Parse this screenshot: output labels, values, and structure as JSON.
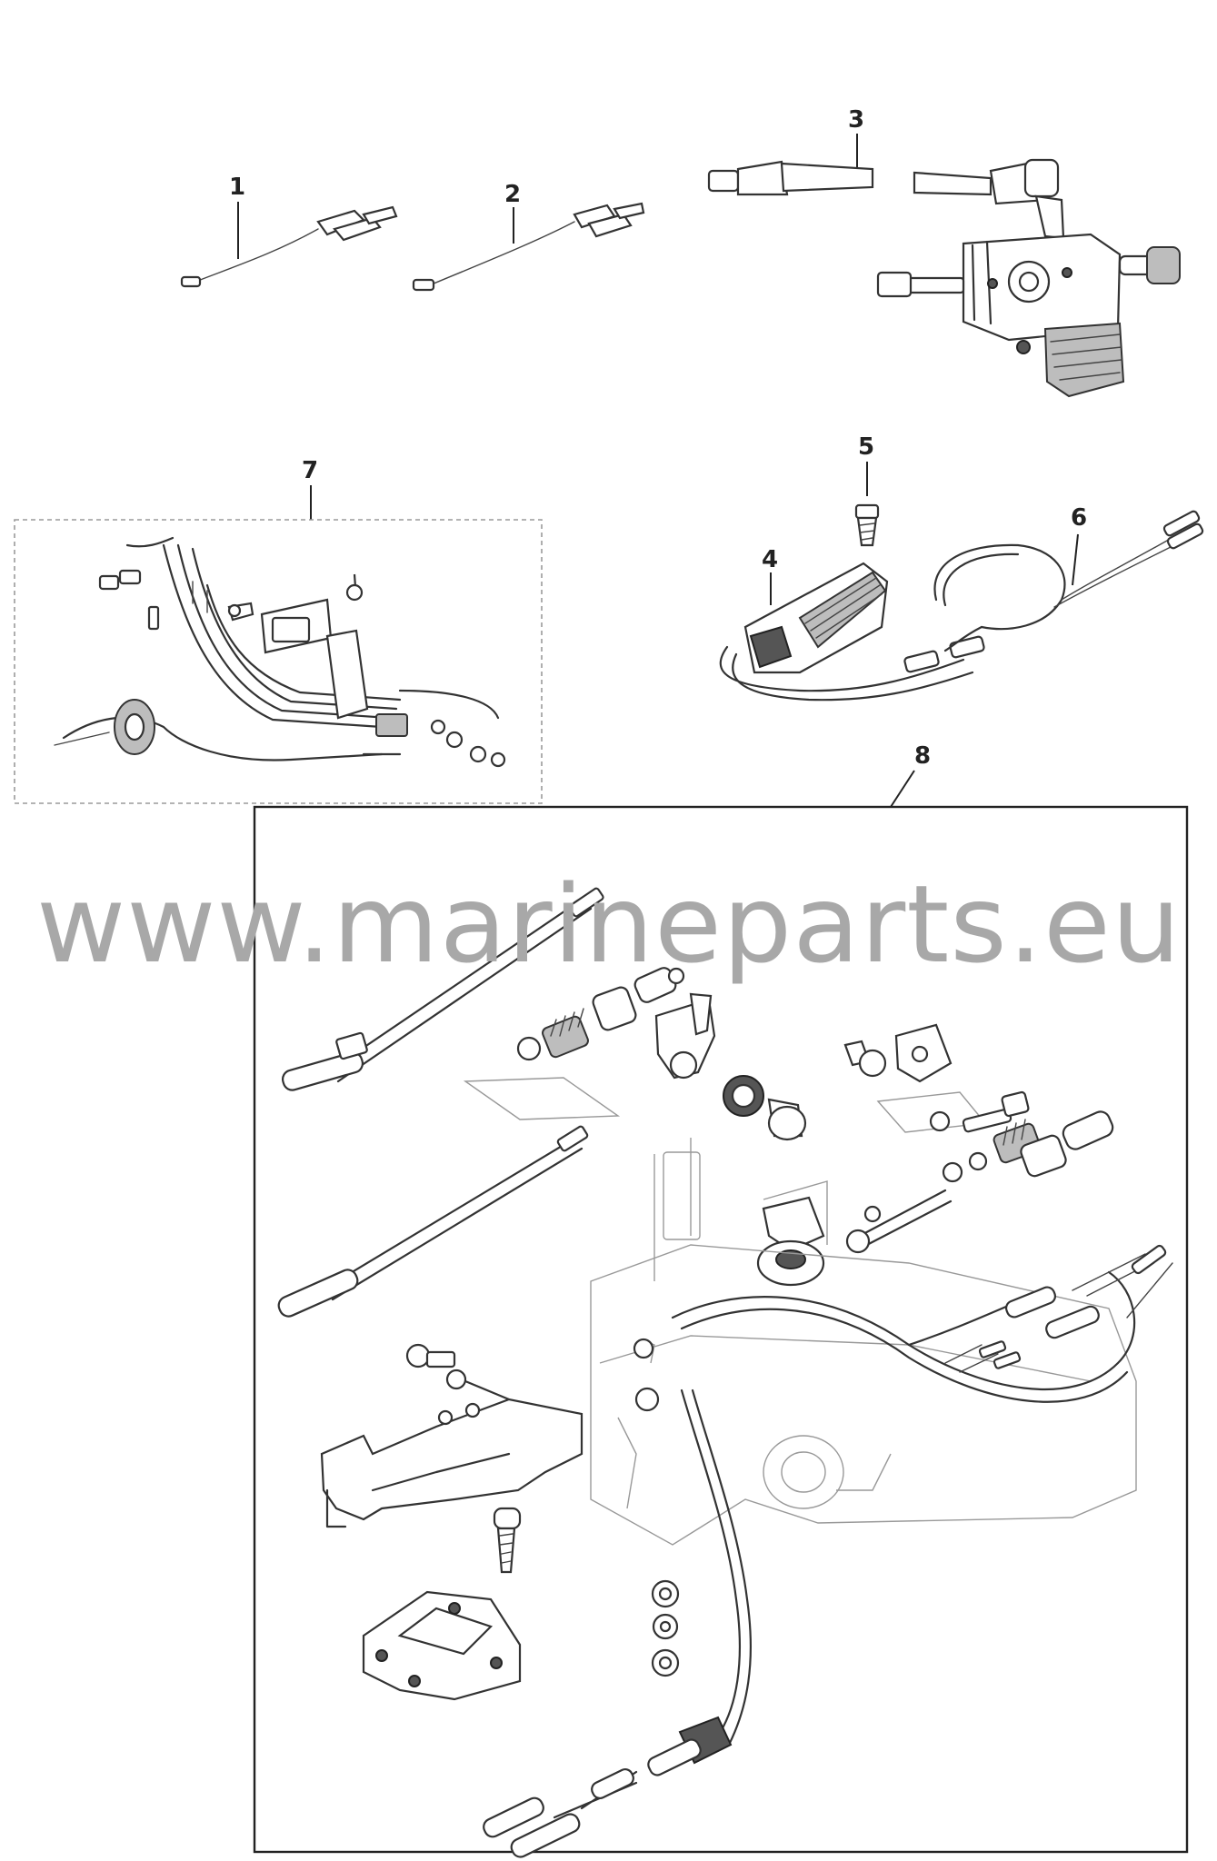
{
  "watermark": "www.marineparts.eu",
  "callouts": [
    {
      "id": "1",
      "label": "1"
    },
    {
      "id": "2",
      "label": "2"
    },
    {
      "id": "3",
      "label": "3"
    },
    {
      "id": "4",
      "label": "4"
    },
    {
      "id": "5",
      "label": "5"
    },
    {
      "id": "6",
      "label": "6"
    },
    {
      "id": "7",
      "label": "7"
    },
    {
      "id": "8",
      "label": "8"
    }
  ],
  "colors": {
    "line": "#333333",
    "watermark": "#a8a8a8",
    "background": "#ffffff"
  }
}
